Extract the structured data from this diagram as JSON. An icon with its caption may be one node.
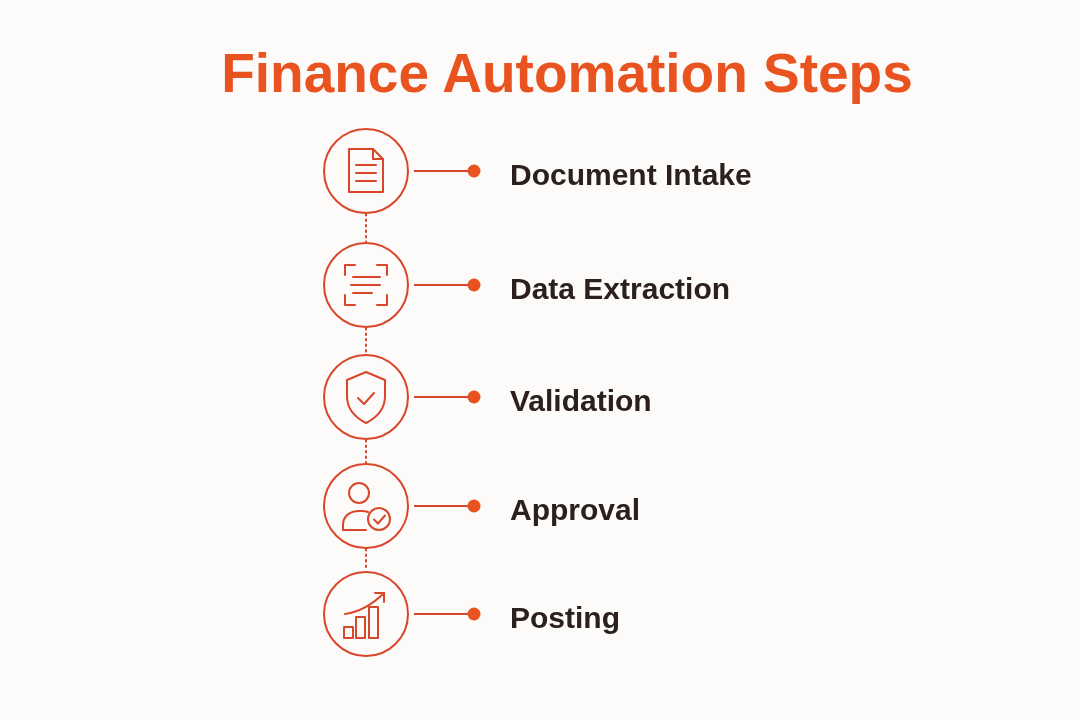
{
  "diagram": {
    "title": "Finance Automation Steps",
    "nodes": [
      {
        "text": [],
        "shape": "circle"
      },
      {
        "text": [
          "Document Intake"
        ]
      },
      {
        "text": [],
        "shape": "circle"
      },
      {
        "text": [
          "Data Extraction"
        ]
      },
      {
        "text": [],
        "shape": "circle"
      },
      {
        "text": [
          "Validation"
        ]
      },
      {
        "text": [],
        "shape": "circle"
      },
      {
        "text": [
          "Approval"
        ]
      },
      {
        "text": [],
        "shape": "circle"
      },
      {
        "text": [
          "Posting"
        ]
      }
    ],
    "edges": [
      {
        "from": 0,
        "to": 1,
        "arrow": "other"
      },
      {
        "from": 0,
        "to": 2,
        "arrow": "none",
        "style": "dashed"
      },
      {
        "from": 2,
        "to": 3,
        "arrow": "other"
      },
      {
        "from": 2,
        "to": 4,
        "arrow": "none",
        "style": "dashed"
      },
      {
        "from": 4,
        "to": 5,
        "arrow": "other"
      },
      {
        "from": 4,
        "to": 6,
        "arrow": "none",
        "style": "dashed"
      },
      {
        "from": 6,
        "to": 7,
        "arrow": "other"
      },
      {
        "from": 6,
        "to": 8,
        "arrow": "none",
        "style": "dashed"
      },
      {
        "from": 8,
        "to": 9,
        "arrow": "other"
      }
    ]
  }
}
